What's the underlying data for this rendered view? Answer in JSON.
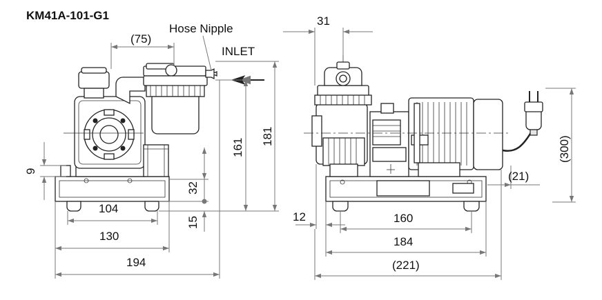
{
  "title": "KM41A-101-G1",
  "labels": {
    "hose_nipple": "Hose Nipple",
    "inlet": "INLET"
  },
  "dimensions": {
    "front": {
      "d75": "(75)",
      "d9": "9",
      "d32": "32",
      "d15": "15",
      "d161": "161",
      "d181": "181",
      "d104": "104",
      "d130": "130",
      "d194": "194"
    },
    "side": {
      "d31": "31",
      "d12": "12",
      "d160": "160",
      "d184": "184",
      "d221": "(221)",
      "d21": "(21)",
      "d300": "(300)"
    }
  }
}
